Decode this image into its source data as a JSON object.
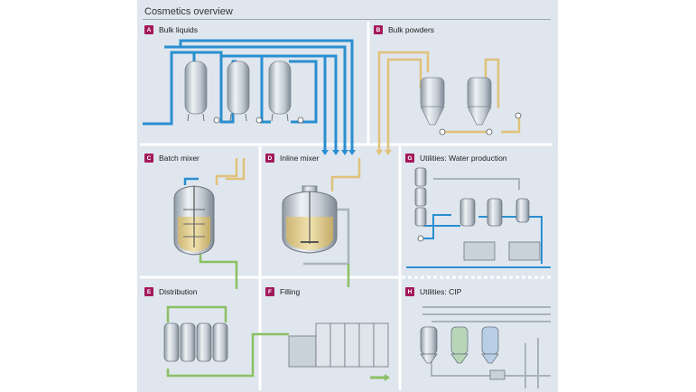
{
  "title": "Cosmetics overview",
  "sections": {
    "a": {
      "letter": "A",
      "label": "Bulk liquids"
    },
    "b": {
      "letter": "B",
      "label": "Bulk powders"
    },
    "c": {
      "letter": "C",
      "label": "Batch mixer"
    },
    "d": {
      "letter": "D",
      "label": "Inline mixer"
    },
    "g": {
      "letter": "G",
      "label": "Utilities: Water production"
    },
    "e": {
      "letter": "E",
      "label": "Distribution"
    },
    "f": {
      "letter": "F",
      "label": "Filling"
    },
    "h": {
      "letter": "H",
      "label": "Utilities: CIP"
    }
  },
  "colors": {
    "panel": "#dfe6ee",
    "liquid_pipe": "#2a8fd0",
    "powder_pipe": "#e0c27a",
    "product_pipe": "#8cc063",
    "grey_pipe": "#a9b3bd",
    "badge": "#a3195b",
    "divider": "#ffffff"
  }
}
